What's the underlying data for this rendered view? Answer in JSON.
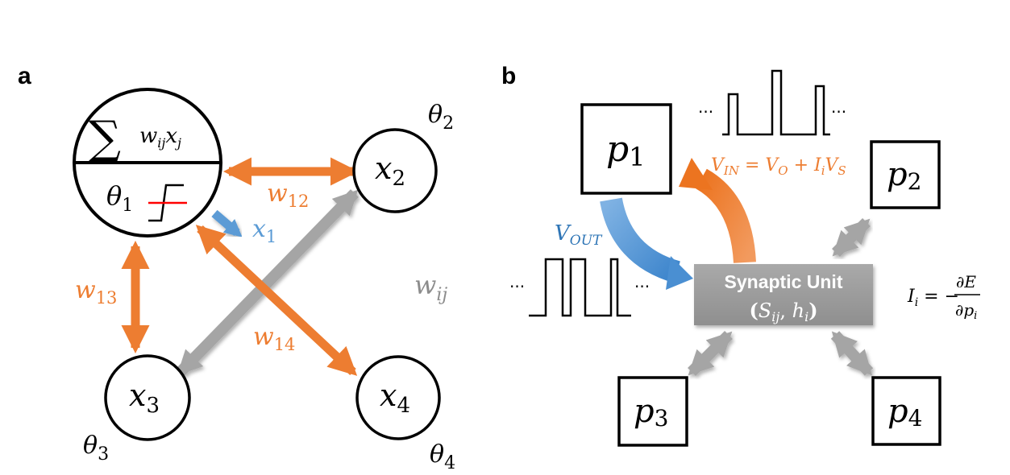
{
  "colors": {
    "orange": "#ed7d31",
    "blue": "#5b9bd5",
    "gray": "#a5a5a5",
    "red": "#ff0000",
    "black": "#000000",
    "synaptic_box": "#9d9d9d"
  },
  "panel_a": {
    "label": "a",
    "neuron1": {
      "sum_symbol": "∑",
      "sum_term_w": "w",
      "sum_term_w_sub": "ij",
      "sum_term_x": "x",
      "sum_term_x_sub": "j",
      "theta": "θ",
      "theta_sub": "1",
      "activation_icon": "step-function-icon"
    },
    "nodes": [
      {
        "id": "x2",
        "var": "x",
        "sub": "2",
        "theta": "θ",
        "theta_sub": "2"
      },
      {
        "id": "x3",
        "var": "x",
        "sub": "3",
        "theta": "θ",
        "theta_sub": "3"
      },
      {
        "id": "x4",
        "var": "x",
        "sub": "4",
        "theta": "θ",
        "theta_sub": "4"
      }
    ],
    "output_label": {
      "var": "x",
      "sub": "1"
    },
    "weights": {
      "w12": {
        "var": "w",
        "sub": "12"
      },
      "w13": {
        "var": "w",
        "sub": "13"
      },
      "w14": {
        "var": "w",
        "sub": "14"
      },
      "wij": {
        "var": "w",
        "sub": "ij"
      }
    }
  },
  "panel_b": {
    "label": "b",
    "processors": [
      {
        "id": "p1",
        "var": "p",
        "sub": "1"
      },
      {
        "id": "p2",
        "var": "p",
        "sub": "2"
      },
      {
        "id": "p3",
        "var": "p",
        "sub": "3"
      },
      {
        "id": "p4",
        "var": "p",
        "sub": "4"
      }
    ],
    "synaptic_unit": {
      "title": "Synaptic Unit",
      "params_open": "(",
      "s_var": "S",
      "s_sub": "ij",
      "comma": ", ",
      "h_var": "h",
      "h_sub": "i",
      "params_close": ")"
    },
    "v_in_equation": {
      "lhs": "V",
      "lhs_sub": "IN",
      "eq": " = ",
      "t1": "V",
      "t1_sub": "O",
      "plus": " + ",
      "t2a": "I",
      "t2a_sub": "i",
      "t2b": "V",
      "t2b_sub": "S"
    },
    "v_out_label": {
      "var": "V",
      "sub": "OUT"
    },
    "current_equation": {
      "lhs": "I",
      "lhs_sub": "i",
      "eq": " = −",
      "numerator": "∂E",
      "denominator": "∂p",
      "denominator_sub": "i"
    },
    "ellipsis": "···"
  }
}
